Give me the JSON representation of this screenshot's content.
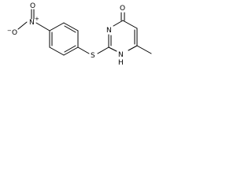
{
  "molecule": {
    "atom_labels": {
      "nitro_o_left": "O",
      "nitro_o_minus": "−",
      "nitro_o_top": "O",
      "nitro_n": "N",
      "nitro_n_plus": "+",
      "thioether_s": "S",
      "ring_n_upper": "N",
      "ring_n_lower": "N",
      "ring_h": "H",
      "carbonyl_o": "O"
    },
    "colors": {
      "ink": "#000000",
      "background": "#ffffff"
    }
  }
}
